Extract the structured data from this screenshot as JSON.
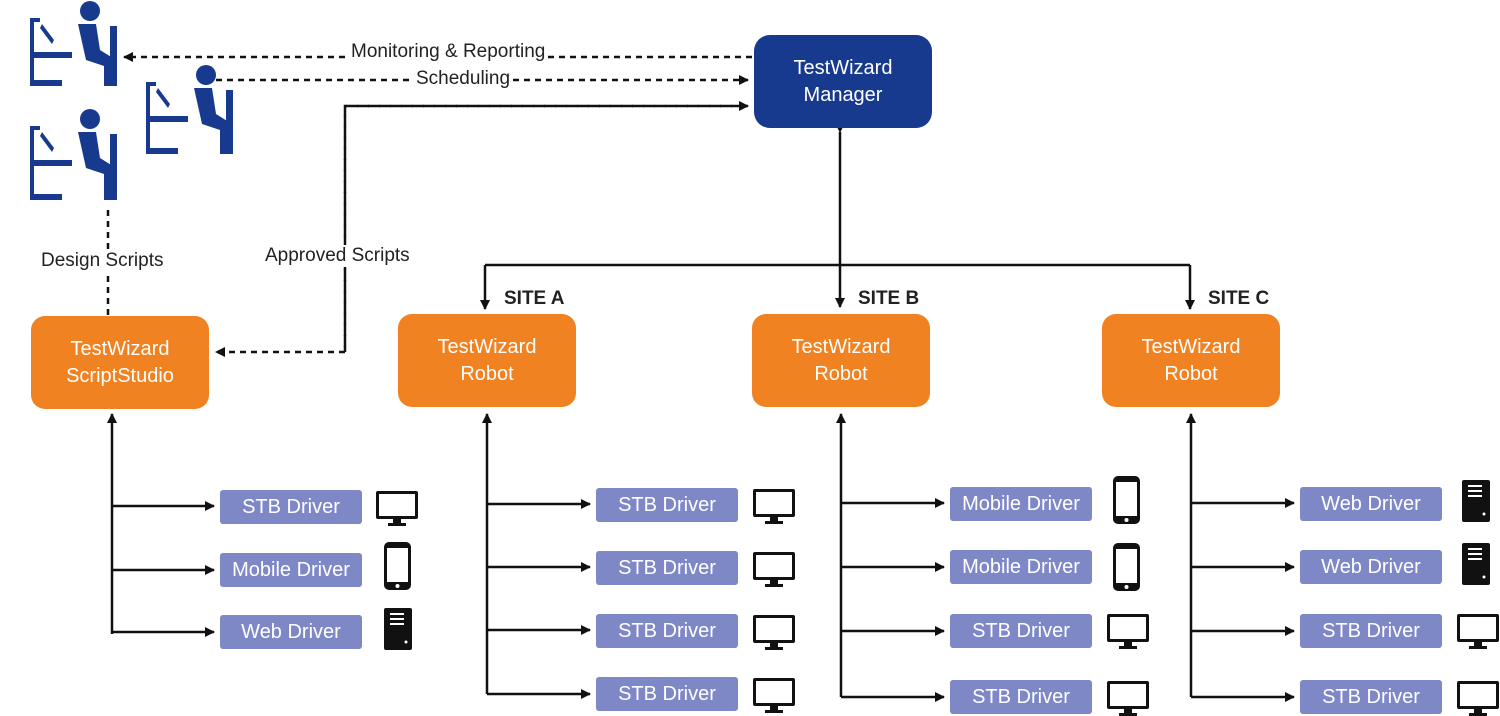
{
  "nodes": {
    "manager": "TestWizard\nManager",
    "scriptstudio": "TestWizard\nScriptStudio",
    "robot_a": "TestWizard\nRobot",
    "robot_b": "TestWizard\nRobot",
    "robot_c": "TestWizard\nRobot"
  },
  "sites": {
    "a": "SITE A",
    "b": "SITE B",
    "c": "SITE C"
  },
  "edge_labels": {
    "monitoring": "Monitoring & Reporting",
    "scheduling": "Scheduling",
    "design": "Design Scripts",
    "approved": "Approved Scripts"
  },
  "drivers": {
    "studio": [
      "STB Driver",
      "Mobile Driver",
      "Web Driver"
    ],
    "site_a": [
      "STB Driver",
      "STB Driver",
      "STB Driver",
      "STB Driver"
    ],
    "site_b": [
      "Mobile Driver",
      "Mobile Driver",
      "STB Driver",
      "STB Driver"
    ],
    "site_c": [
      "Web Driver",
      "Web Driver",
      "STB Driver",
      "STB Driver"
    ]
  },
  "icons": {
    "users": "person-at-desk-icon",
    "stb": "monitor-icon",
    "mobile": "smartphone-icon",
    "web": "server-tower-icon"
  },
  "colors": {
    "manager": "#173a8f",
    "component": "#f08222",
    "driver": "#7f88c6",
    "user_icon": "#173a8f"
  }
}
